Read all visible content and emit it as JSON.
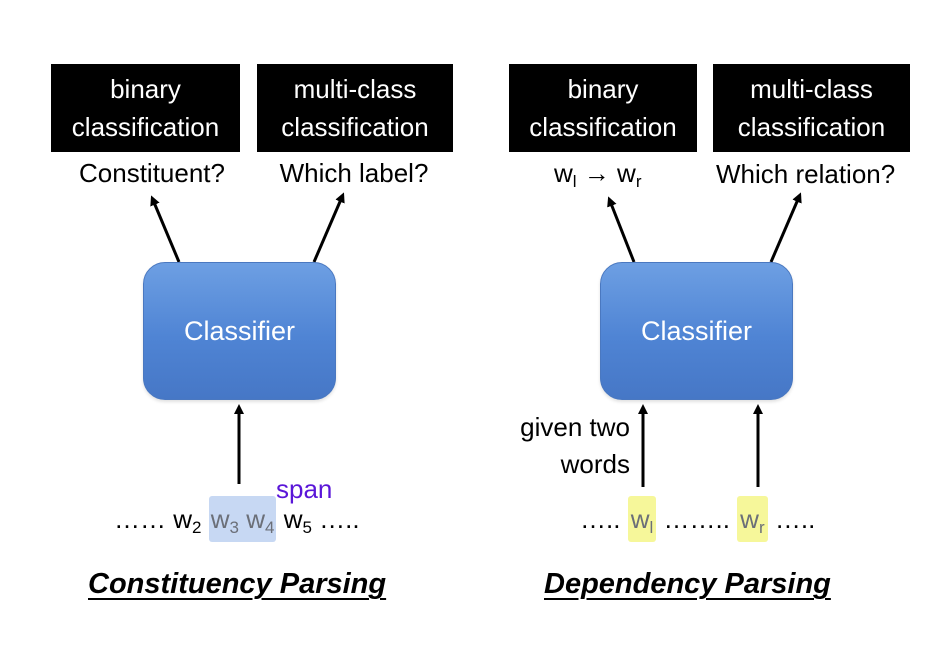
{
  "constituency": {
    "boxes": [
      {
        "line1": "binary",
        "line2": "classification"
      },
      {
        "line1": "multi-class",
        "line2": "classification"
      }
    ],
    "questions": [
      "Constituent?",
      "Which label?"
    ],
    "classifier_label": "Classifier",
    "sequence": {
      "dots_left": "……",
      "w2": "w",
      "w2_sub": "2",
      "w3": "w",
      "w3_sub": "3",
      "w4": "w",
      "w4_sub": "4",
      "w5": "w",
      "w5_sub": "5",
      "dots_right": "….."
    },
    "span_label": "span",
    "title": "Constituency Parsing"
  },
  "dependency": {
    "boxes": [
      {
        "line1": "binary",
        "line2": "classification"
      },
      {
        "line1": "multi-class",
        "line2": "classification"
      }
    ],
    "question_left": {
      "w_left": "w",
      "sub_left": "l",
      "arrow": "→",
      "w_right": "w",
      "sub_right": "r"
    },
    "question_right": "Which relation?",
    "classifier_label": "Classifier",
    "given": {
      "line1": "given two",
      "line2": "words"
    },
    "sequence": {
      "dots_left": "…..",
      "wl": "w",
      "wl_sub": "l",
      "dots_mid": "……..",
      "wr": "w",
      "wr_sub": "r",
      "dots_right": "….."
    },
    "title": "Dependency Parsing"
  },
  "colors": {
    "classifier": "#5a8fdc",
    "span_text": "#5a16d8",
    "highlight_blue": "#c7d8f3",
    "highlight_yellow": "#f6f79a"
  }
}
